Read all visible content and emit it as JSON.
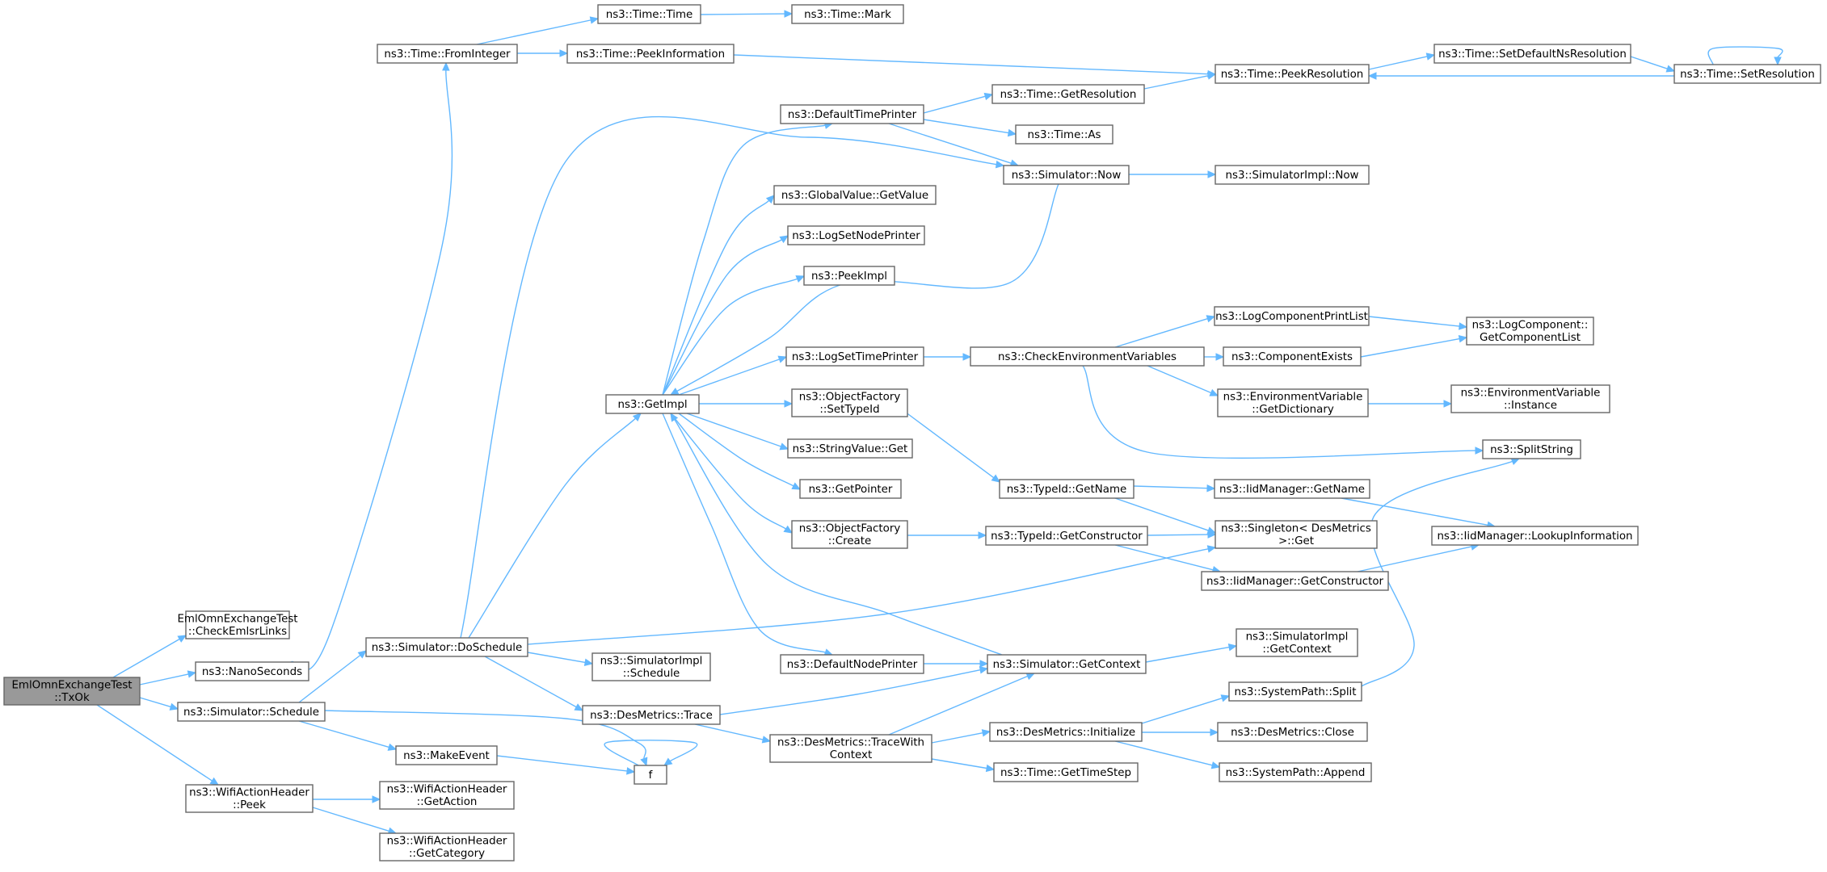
{
  "graph": {
    "nodes": [
      {
        "id": "root",
        "lines": [
          "EmlOmnExchangeTest",
          "::TxOk"
        ],
        "root": true
      },
      {
        "id": "checkEmlsr",
        "lines": [
          "EmlOmnExchangeTest",
          "::CheckEmlsrLinks"
        ]
      },
      {
        "id": "nanoSeconds",
        "lines": [
          "ns3::NanoSeconds"
        ]
      },
      {
        "id": "simSchedule",
        "lines": [
          "ns3::Simulator::Schedule"
        ]
      },
      {
        "id": "wifiPeek",
        "lines": [
          "ns3::WifiActionHeader",
          "::Peek"
        ]
      },
      {
        "id": "fromInteger",
        "lines": [
          "ns3::Time::FromInteger"
        ]
      },
      {
        "id": "timeTime",
        "lines": [
          "ns3::Time::Time"
        ]
      },
      {
        "id": "timeMark",
        "lines": [
          "ns3::Time::Mark"
        ]
      },
      {
        "id": "peekInfo",
        "lines": [
          "ns3::Time::PeekInformation"
        ]
      },
      {
        "id": "peekRes",
        "lines": [
          "ns3::Time::PeekResolution"
        ]
      },
      {
        "id": "setDefNs",
        "lines": [
          "ns3::Time::SetDefaultNsResolution"
        ]
      },
      {
        "id": "setRes",
        "lines": [
          "ns3::Time::SetResolution"
        ]
      },
      {
        "id": "doSchedule",
        "lines": [
          "ns3::Simulator::DoSchedule"
        ]
      },
      {
        "id": "makeEvent",
        "lines": [
          "ns3::MakeEvent"
        ]
      },
      {
        "id": "f",
        "lines": [
          "f"
        ]
      },
      {
        "id": "getAction",
        "lines": [
          "ns3::WifiActionHeader",
          "::GetAction"
        ]
      },
      {
        "id": "getCategory",
        "lines": [
          "ns3::WifiActionHeader",
          "::GetCategory"
        ]
      },
      {
        "id": "getImpl",
        "lines": [
          "ns3::GetImpl"
        ]
      },
      {
        "id": "implSchedule",
        "lines": [
          "ns3::SimulatorImpl",
          "::Schedule"
        ]
      },
      {
        "id": "desTrace",
        "lines": [
          "ns3::DesMetrics::Trace"
        ]
      },
      {
        "id": "defTimePrinter",
        "lines": [
          "ns3::DefaultTimePrinter"
        ]
      },
      {
        "id": "globalGetValue",
        "lines": [
          "ns3::GlobalValue::GetValue"
        ]
      },
      {
        "id": "logSetNode",
        "lines": [
          "ns3::LogSetNodePrinter"
        ]
      },
      {
        "id": "peekImpl",
        "lines": [
          "ns3::PeekImpl"
        ]
      },
      {
        "id": "logSetTime",
        "lines": [
          "ns3::LogSetTimePrinter"
        ]
      },
      {
        "id": "ofSetTypeId",
        "lines": [
          "ns3::ObjectFactory",
          "::SetTypeId"
        ]
      },
      {
        "id": "stringGet",
        "lines": [
          "ns3::StringValue::Get"
        ]
      },
      {
        "id": "getPointer",
        "lines": [
          "ns3::GetPointer"
        ]
      },
      {
        "id": "ofCreate",
        "lines": [
          "ns3::ObjectFactory",
          "::Create"
        ]
      },
      {
        "id": "defNodePrinter",
        "lines": [
          "ns3::DefaultNodePrinter"
        ]
      },
      {
        "id": "traceWithCtx",
        "lines": [
          "ns3::DesMetrics::TraceWith",
          "Context"
        ]
      },
      {
        "id": "getResolution",
        "lines": [
          "ns3::Time::GetResolution"
        ]
      },
      {
        "id": "timeAs",
        "lines": [
          "ns3::Time::As"
        ]
      },
      {
        "id": "simNow",
        "lines": [
          "ns3::Simulator::Now"
        ]
      },
      {
        "id": "implNow",
        "lines": [
          "ns3::SimulatorImpl::Now"
        ]
      },
      {
        "id": "checkEnv",
        "lines": [
          "ns3::CheckEnvironmentVariables"
        ]
      },
      {
        "id": "typeGetName",
        "lines": [
          "ns3::TypeId::GetName"
        ]
      },
      {
        "id": "typeGetCtor",
        "lines": [
          "ns3::TypeId::GetConstructor"
        ]
      },
      {
        "id": "simGetContext",
        "lines": [
          "ns3::Simulator::GetContext"
        ]
      },
      {
        "id": "desInit",
        "lines": [
          "ns3::DesMetrics::Initialize"
        ]
      },
      {
        "id": "getTimeStep",
        "lines": [
          "ns3::Time::GetTimeStep"
        ]
      },
      {
        "id": "logCompPrint",
        "lines": [
          "ns3::LogComponentPrintList"
        ]
      },
      {
        "id": "compExists",
        "lines": [
          "ns3::ComponentExists"
        ]
      },
      {
        "id": "envGetDict",
        "lines": [
          "ns3::EnvironmentVariable",
          "::GetDictionary"
        ]
      },
      {
        "id": "iidGetName",
        "lines": [
          "ns3::IidManager::GetName"
        ]
      },
      {
        "id": "singletonGet",
        "lines": [
          "ns3::Singleton< DesMetrics",
          " >::Get"
        ]
      },
      {
        "id": "iidGetCtor",
        "lines": [
          "ns3::IidManager::GetConstructor"
        ]
      },
      {
        "id": "implGetContext",
        "lines": [
          "ns3::SimulatorImpl",
          "::GetContext"
        ]
      },
      {
        "id": "sysSplit",
        "lines": [
          "ns3::SystemPath::Split"
        ]
      },
      {
        "id": "desClose",
        "lines": [
          "ns3::DesMetrics::Close"
        ]
      },
      {
        "id": "sysAppend",
        "lines": [
          "ns3::SystemPath::Append"
        ]
      },
      {
        "id": "logGetCompList",
        "lines": [
          "ns3::LogComponent::",
          "GetComponentList"
        ]
      },
      {
        "id": "envInstance",
        "lines": [
          "ns3::EnvironmentVariable",
          "::Instance"
        ]
      },
      {
        "id": "splitString",
        "lines": [
          "ns3::SplitString"
        ]
      },
      {
        "id": "iidLookup",
        "lines": [
          "ns3::IidManager::LookupInformation"
        ]
      }
    ],
    "edges": [
      [
        "root",
        "checkEmlsr"
      ],
      [
        "root",
        "nanoSeconds"
      ],
      [
        "root",
        "simSchedule"
      ],
      [
        "root",
        "wifiPeek"
      ],
      [
        "nanoSeconds",
        "fromInteger"
      ],
      [
        "fromInteger",
        "timeTime"
      ],
      [
        "fromInteger",
        "peekInfo"
      ],
      [
        "timeTime",
        "timeMark"
      ],
      [
        "peekInfo",
        "peekRes"
      ],
      [
        "peekRes",
        "setDefNs"
      ],
      [
        "setDefNs",
        "setRes"
      ],
      [
        "setRes",
        "peekRes"
      ],
      [
        "setRes",
        "setRes"
      ],
      [
        "simSchedule",
        "doSchedule"
      ],
      [
        "simSchedule",
        "makeEvent"
      ],
      [
        "simSchedule",
        "f"
      ],
      [
        "makeEvent",
        "f"
      ],
      [
        "f",
        "f"
      ],
      [
        "wifiPeek",
        "getAction"
      ],
      [
        "wifiPeek",
        "getCategory"
      ],
      [
        "doSchedule",
        "simNow"
      ],
      [
        "doSchedule",
        "getImpl"
      ],
      [
        "doSchedule",
        "implSchedule"
      ],
      [
        "doSchedule",
        "desTrace"
      ],
      [
        "doSchedule",
        "singletonGet"
      ],
      [
        "getImpl",
        "defTimePrinter"
      ],
      [
        "getImpl",
        "globalGetValue"
      ],
      [
        "getImpl",
        "logSetNode"
      ],
      [
        "getImpl",
        "peekImpl"
      ],
      [
        "getImpl",
        "logSetTime"
      ],
      [
        "getImpl",
        "ofSetTypeId"
      ],
      [
        "getImpl",
        "stringGet"
      ],
      [
        "getImpl",
        "getPointer"
      ],
      [
        "getImpl",
        "ofCreate"
      ],
      [
        "getImpl",
        "defNodePrinter"
      ],
      [
        "defTimePrinter",
        "getResolution"
      ],
      [
        "defTimePrinter",
        "timeAs"
      ],
      [
        "defTimePrinter",
        "simNow"
      ],
      [
        "getResolution",
        "peekRes"
      ],
      [
        "simNow",
        "implNow"
      ],
      [
        "simNow",
        "getImpl"
      ],
      [
        "logSetTime",
        "checkEnv"
      ],
      [
        "checkEnv",
        "logCompPrint"
      ],
      [
        "checkEnv",
        "compExists"
      ],
      [
        "checkEnv",
        "envGetDict"
      ],
      [
        "checkEnv",
        "splitString"
      ],
      [
        "logCompPrint",
        "logGetCompList"
      ],
      [
        "compExists",
        "logGetCompList"
      ],
      [
        "envGetDict",
        "envInstance"
      ],
      [
        "ofSetTypeId",
        "typeGetName"
      ],
      [
        "typeGetName",
        "iidGetName"
      ],
      [
        "typeGetName",
        "singletonGet"
      ],
      [
        "iidGetName",
        "iidLookup"
      ],
      [
        "ofCreate",
        "typeGetCtor"
      ],
      [
        "typeGetCtor",
        "singletonGet"
      ],
      [
        "typeGetCtor",
        "iidGetCtor"
      ],
      [
        "iidGetCtor",
        "iidLookup"
      ],
      [
        "defNodePrinter",
        "simGetContext"
      ],
      [
        "desTrace",
        "simGetContext"
      ],
      [
        "desTrace",
        "traceWithCtx"
      ],
      [
        "simGetContext",
        "implGetContext"
      ],
      [
        "simGetContext",
        "getImpl"
      ],
      [
        "traceWithCtx",
        "simGetContext"
      ],
      [
        "traceWithCtx",
        "desInit"
      ],
      [
        "traceWithCtx",
        "getTimeStep"
      ],
      [
        "desInit",
        "sysSplit"
      ],
      [
        "desInit",
        "desClose"
      ],
      [
        "desInit",
        "sysAppend"
      ],
      [
        "sysSplit",
        "splitString"
      ]
    ]
  }
}
